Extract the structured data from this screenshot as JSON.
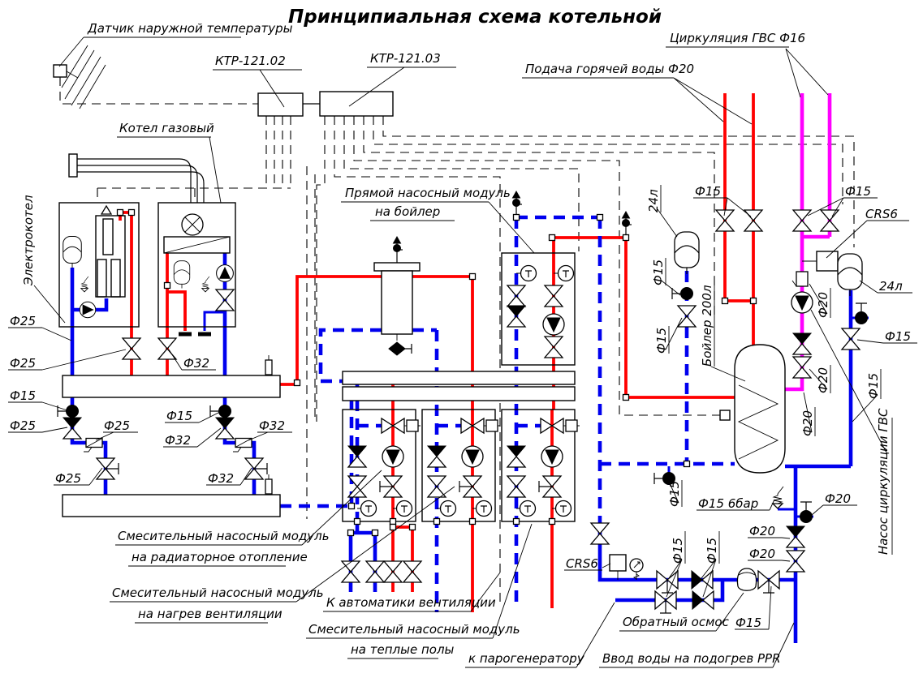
{
  "title": "Принципиальная схема котельной",
  "colors": {
    "supply": "#ff0000",
    "cold": "#0000ee",
    "gvs": "#ff00ff",
    "ink": "#000000",
    "paper": "#ffffff"
  },
  "labels": {
    "outdoor_sensor": "Датчик наружной температуры",
    "controller_1": "КТР-121.02",
    "controller_2": "КТР-121.03",
    "gas_boiler": "Котел газовый",
    "electric_boiler": "Электрокотел",
    "gvs_circulation": "Циркуляция ГВС Ф16",
    "hot_water_supply": "Подача горячей воды Ф20",
    "direct_module_line1": "Прямой насосный модуль",
    "direct_module_line2": "на бойлер",
    "mixing_module": "Смесительный насосный модуль",
    "radiator_heating": "на радиаторное отопление",
    "vent_heating": "на нагрев вентиляции",
    "warm_floors": "на теплые полы",
    "vent_automation": "К автоматики вентиляции",
    "steam_generator": "к парогенератору",
    "water_inlet": "Ввод воды на подогрев PPR",
    "reverse_osmosis": "Обратный осмос",
    "boiler_tank": "Бойлер 200л",
    "gvs_pump": "Насос циркуляции ГВС",
    "flow_switch": "CRS6",
    "exp_tank_24": "24л",
    "safety_valve": "Ф15 6бар"
  },
  "dims": {
    "d15": "Ф15",
    "d20": "Ф20",
    "d25": "Ф25",
    "d32": "Ф32"
  }
}
